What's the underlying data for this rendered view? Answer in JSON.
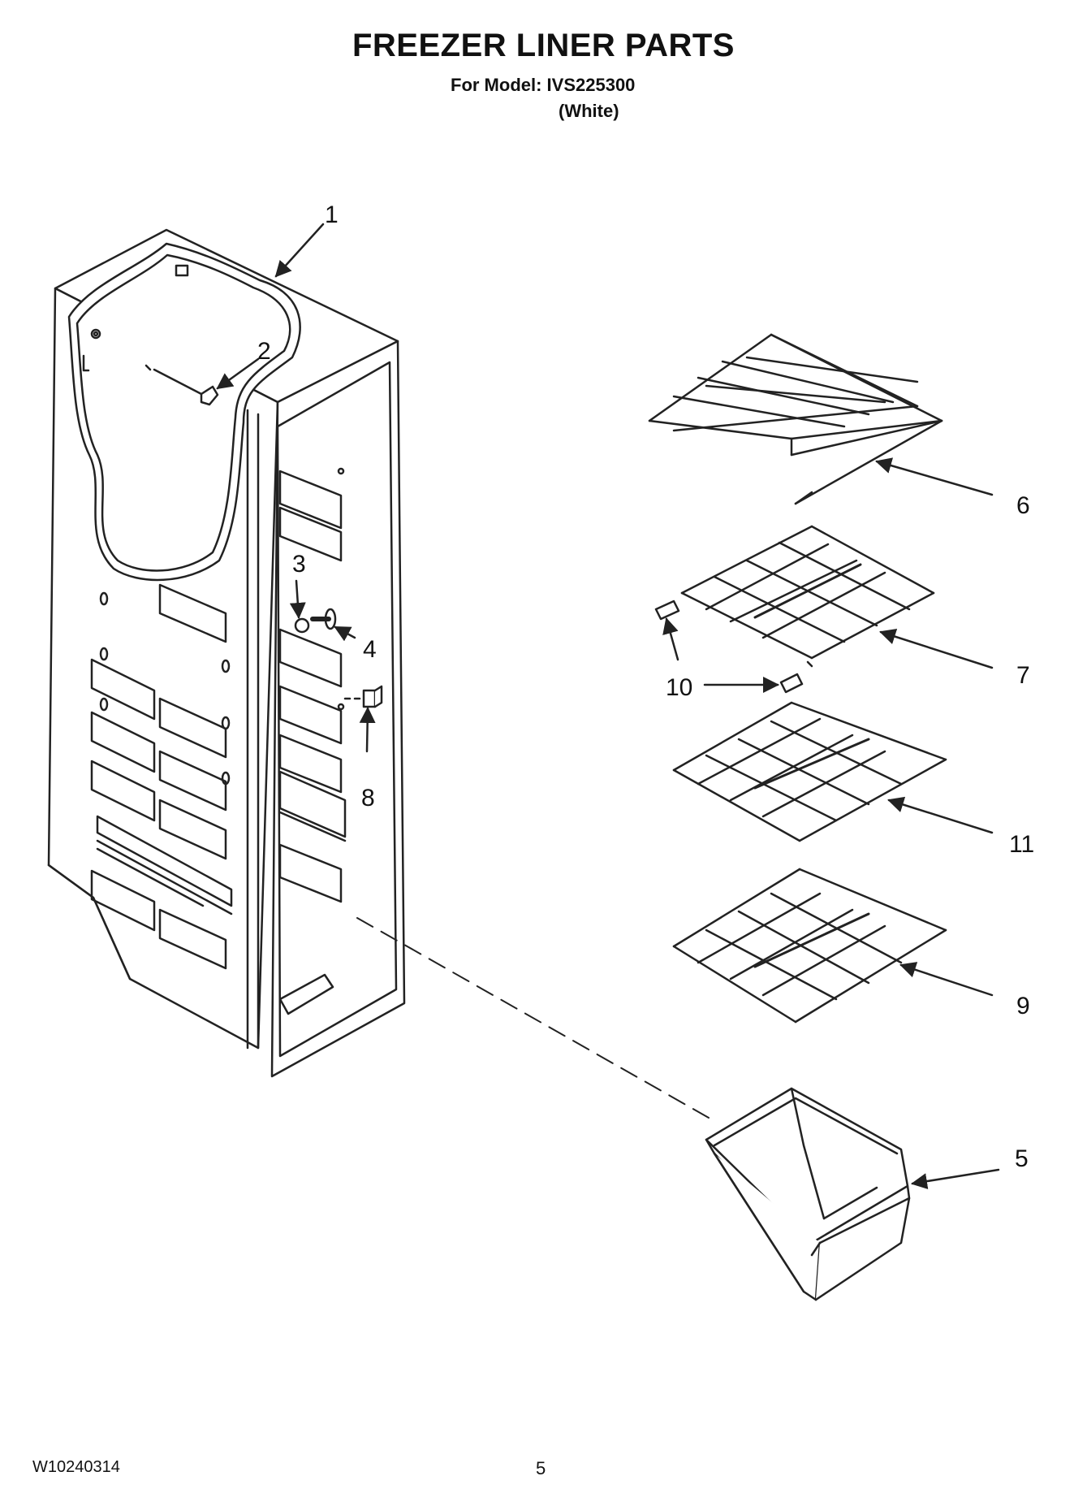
{
  "header": {
    "title": "FREEZER LINER PARTS",
    "model_line": "For Model: IVS225300",
    "color_line": "(White)"
  },
  "callouts": {
    "c1": "1",
    "c2": "2",
    "c3": "3",
    "c4": "4",
    "c5": "5",
    "c6": "6",
    "c7": "7",
    "c8": "8",
    "c9": "9",
    "c10": "10",
    "c11": "11"
  },
  "footer": {
    "doc_code": "W10240314",
    "page_number": "5"
  }
}
